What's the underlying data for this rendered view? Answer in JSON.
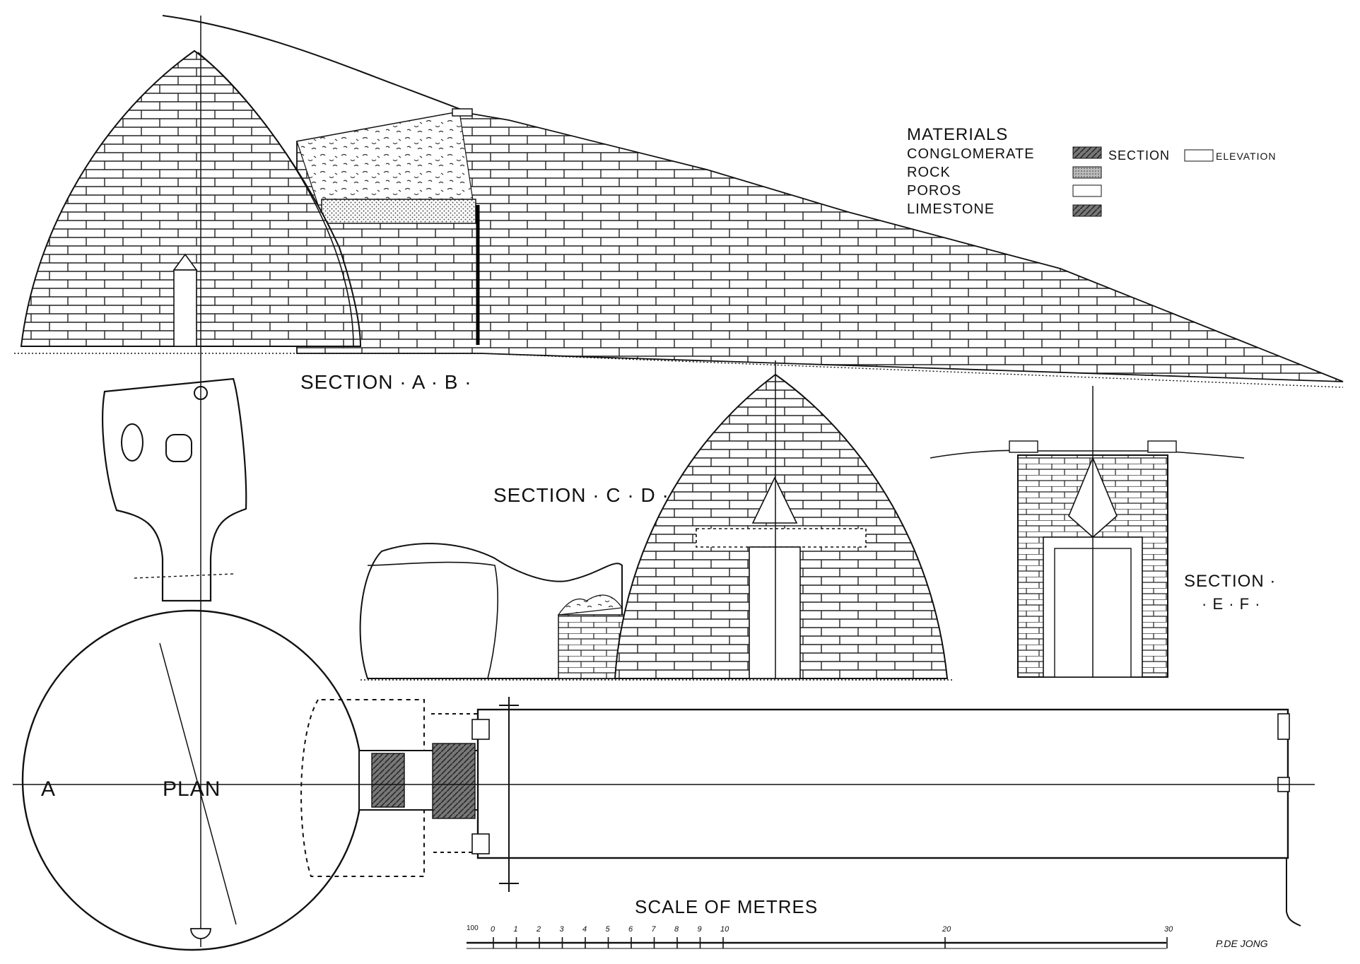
{
  "legend": {
    "title": "MATERIALS",
    "rows": [
      "CONGLOMERATE",
      "ROCK",
      "POROS",
      "LIMESTONE"
    ],
    "section_label": "SECTION",
    "elevation_label": "ELEVATION"
  },
  "views": {
    "section_ab": "SECTION · A · B ·",
    "section_cd": "SECTION · C · D ·",
    "section_ef_line1": "SECTION ·",
    "section_ef_line2": "· E · F ·",
    "plan": "PLAN",
    "plan_marker_a": "A"
  },
  "scale": {
    "title": "SCALE OF METRES",
    "ticks": [
      "0",
      "1",
      "2",
      "3",
      "4",
      "5",
      "6",
      "7",
      "8",
      "9",
      "10",
      "20",
      "30"
    ],
    "small_left": "100"
  },
  "signature": "P.DE JONG",
  "colors": {
    "ink": "#111111",
    "paper": "#ffffff",
    "fill_dark": "#444444",
    "fill_stipple": "#888888"
  }
}
